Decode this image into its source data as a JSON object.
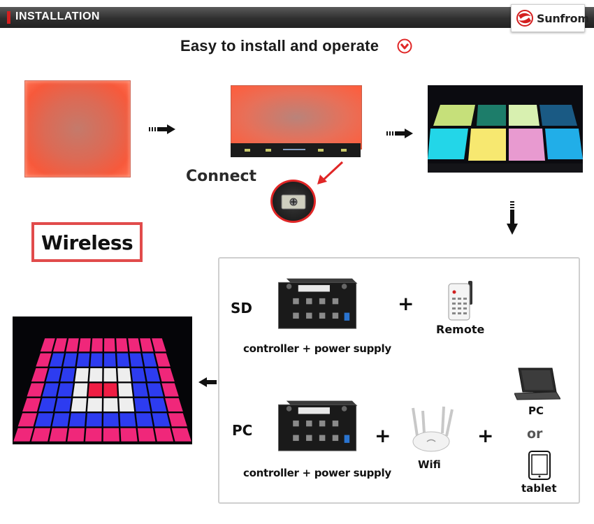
{
  "header": {
    "title": "INSTALLATION",
    "logo_text": "Sunfrom"
  },
  "subtitle": "Easy to install and operate",
  "icons": {
    "subtitle": "chevron-down-circle-icon",
    "arrow": "arrow-icon",
    "remote": "remote-control-icon",
    "wifi": "wifi-router-icon",
    "pc": "laptop-icon",
    "tablet": "tablet-icon",
    "connector": "power-connector-icon"
  },
  "steps": {
    "connect_label": "Connect"
  },
  "wireless_label": "Wireless",
  "options": {
    "sd": {
      "mode_label": "SD",
      "controller_label": "controller + power supply",
      "plus": "+",
      "remote_label": "Remote"
    },
    "pc": {
      "mode_label": "PC",
      "controller_label": "controller + power supply",
      "plus1": "+",
      "wifi_label": "Wifi",
      "plus2": "+",
      "pc_label": "PC",
      "or_label": "or",
      "tablet_label": "tablet"
    }
  },
  "colors": {
    "accent": "#e02626",
    "header_bg": "#333333",
    "panel_glow": "#ff5c3b"
  }
}
